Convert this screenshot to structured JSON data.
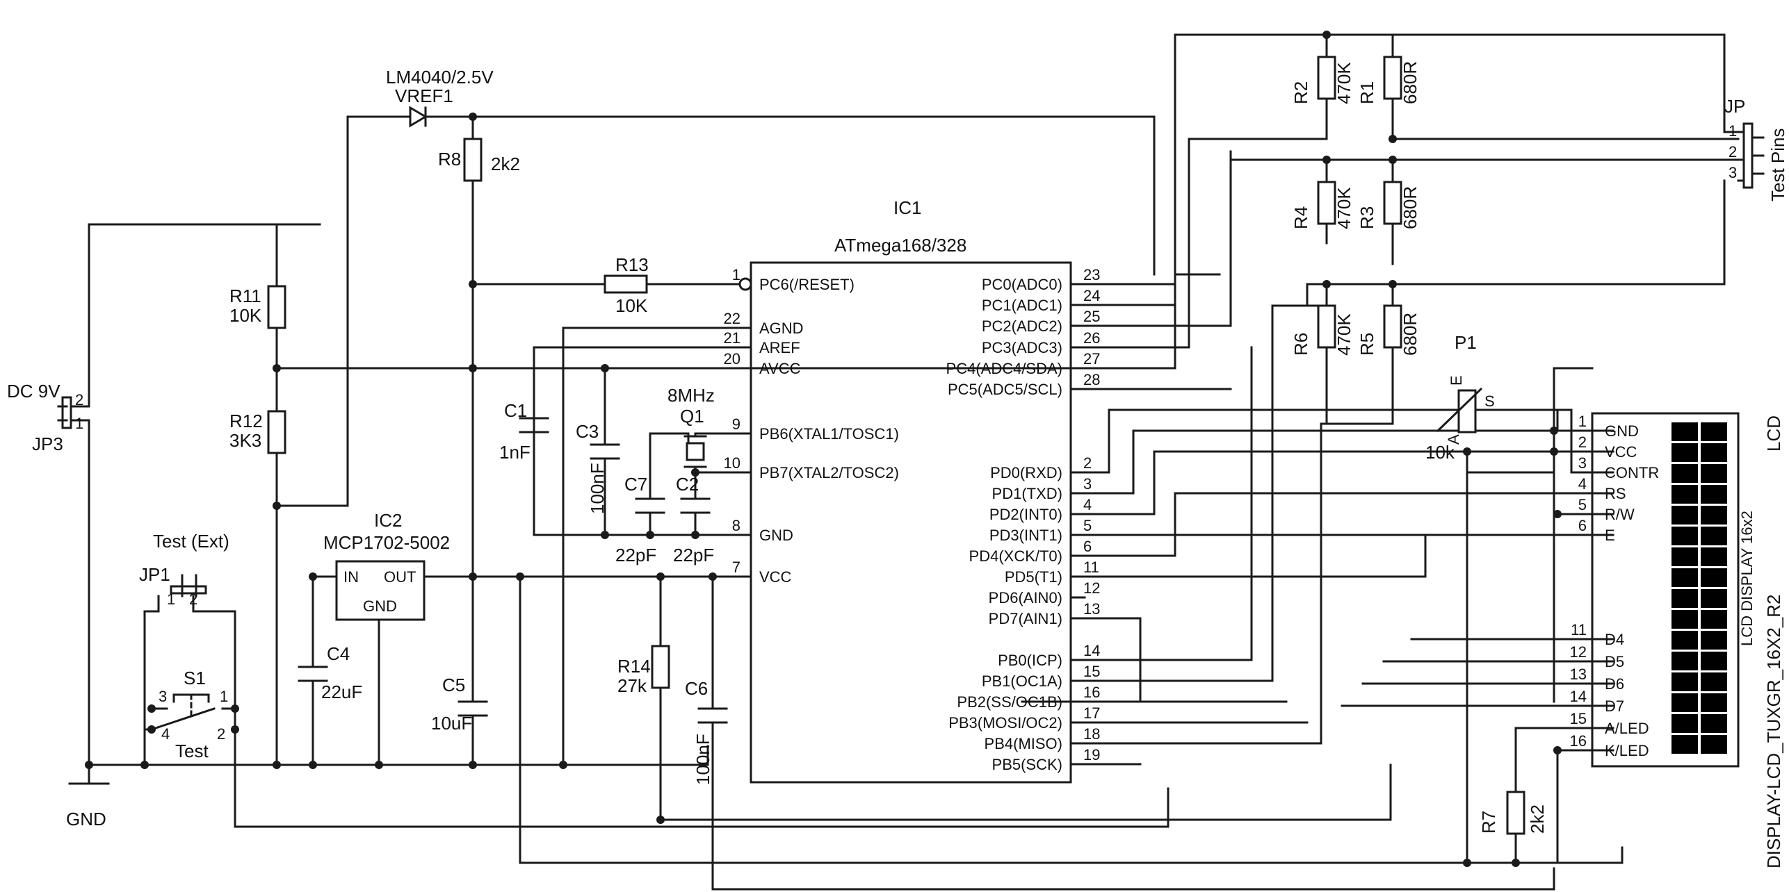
{
  "labels": {
    "lm4040": "LM4040/2.5V",
    "vref1": "VREF1",
    "r8": "R8",
    "r8_val": "2k2",
    "ic1": "IC1",
    "ic1_part": "ATmega168/328",
    "r13": "R13",
    "r13_val": "10K",
    "r11": "R11",
    "r11_val": "10K",
    "r12": "R12",
    "r12_val": "3K3",
    "dc9v": "DC 9V",
    "jp3": "JP3",
    "c1": "C1",
    "c1_val": "1nF",
    "c3": "C3",
    "c3_val": "100nF",
    "xtal_freq": "8MHz",
    "q1": "Q1",
    "c7": "C7",
    "c7_val": "22pF",
    "c2": "C2",
    "c2_val": "22pF",
    "test_ext": "Test (Ext)",
    "ic2": "IC2",
    "ic2_part": "MCP1702-5002",
    "ic2_in": "IN",
    "ic2_out": "OUT",
    "ic2_gnd": "GND",
    "jp1": "JP1",
    "s1": "S1",
    "test": "Test",
    "c4": "C4",
    "c4_val": "22uF",
    "c5": "C5",
    "c5_val": "10uF",
    "r14": "R14",
    "r14_val": "27k",
    "c6": "C6",
    "c6_val": "100nF",
    "gnd": "GND",
    "r2": "R2",
    "r2_val": "470K",
    "r1": "R1",
    "r1_val": "680R",
    "r4": "R4",
    "r4_val": "470K",
    "r3": "R3",
    "r3_val": "680R",
    "r6": "R6",
    "r6_val": "470K",
    "r5": "R5",
    "r5_val": "680R",
    "jp": "JP",
    "test_pins": "Test Pins",
    "p1": "P1",
    "p1_val": "10k",
    "p1_e": "E",
    "p1_s": "S",
    "p1_a": "A",
    "r7": "R7",
    "r7_val": "2k2",
    "lcd": "LCD",
    "lcd_display": "LCD DISPLAY 16x2",
    "lcd_part": "DISPLAY-LCD_TUXGR_16X2_R2"
  },
  "ic1_left_pins": [
    {
      "num": "1",
      "name": "PC6(/RESET)"
    },
    {
      "num": "22",
      "name": "AGND"
    },
    {
      "num": "21",
      "name": "AREF"
    },
    {
      "num": "20",
      "name": "AVCC"
    },
    {
      "num": "9",
      "name": "PB6(XTAL1/TOSC1)"
    },
    {
      "num": "10",
      "name": "PB7(XTAL2/TOSC2)"
    },
    {
      "num": "8",
      "name": "GND"
    },
    {
      "num": "7",
      "name": "VCC"
    }
  ],
  "ic1_right_pins": [
    {
      "num": "23",
      "name": "PC0(ADC0)"
    },
    {
      "num": "24",
      "name": "PC1(ADC1)"
    },
    {
      "num": "25",
      "name": "PC2(ADC2)"
    },
    {
      "num": "26",
      "name": "PC3(ADC3)"
    },
    {
      "num": "27",
      "name": "PC4(ADC4/SDA)"
    },
    {
      "num": "28",
      "name": "PC5(ADC5/SCL)"
    },
    {
      "num": "2",
      "name": "PD0(RXD)"
    },
    {
      "num": "3",
      "name": "PD1(TXD)"
    },
    {
      "num": "4",
      "name": "PD2(INT0)"
    },
    {
      "num": "5",
      "name": "PD3(INT1)"
    },
    {
      "num": "6",
      "name": "PD4(XCK/T0)"
    },
    {
      "num": "11",
      "name": "PD5(T1)"
    },
    {
      "num": "12",
      "name": "PD6(AIN0)"
    },
    {
      "num": "13",
      "name": "PD7(AIN1)"
    },
    {
      "num": "14",
      "name": "PB0(ICP)"
    },
    {
      "num": "15",
      "name": "PB1(OC1A)"
    },
    {
      "num": "16",
      "name": "PB2(SS/OC1B)"
    },
    {
      "num": "17",
      "name": "PB3(MOSI/OC2)"
    },
    {
      "num": "18",
      "name": "PB4(MISO)"
    },
    {
      "num": "19",
      "name": "PB5(SCK)"
    }
  ],
  "lcd_pins": [
    {
      "num": "1",
      "name": "GND"
    },
    {
      "num": "2",
      "name": "VCC"
    },
    {
      "num": "3",
      "name": "CONTR"
    },
    {
      "num": "4",
      "name": "RS"
    },
    {
      "num": "5",
      "name": "R/W"
    },
    {
      "num": "6",
      "name": "E"
    },
    {
      "num": "11",
      "name": "D4"
    },
    {
      "num": "12",
      "name": "D5"
    },
    {
      "num": "13",
      "name": "D6"
    },
    {
      "num": "14",
      "name": "D7"
    },
    {
      "num": "15",
      "name": "A/LED"
    },
    {
      "num": "16",
      "name": "K/LED"
    }
  ],
  "jp_pins": [
    "1",
    "2",
    "3"
  ],
  "jp3_pins": [
    "2",
    "1"
  ],
  "jp1_pins": [
    "1",
    "2"
  ],
  "s1_pins": [
    "3",
    "4",
    "1",
    "2"
  ]
}
